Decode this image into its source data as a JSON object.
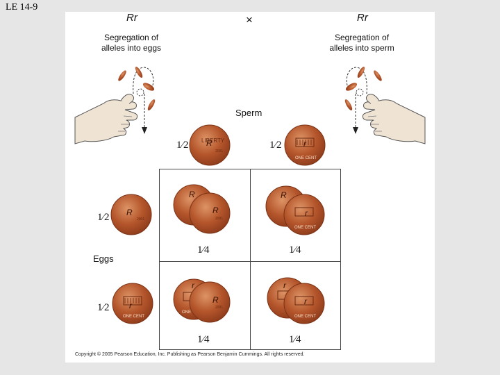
{
  "slide_label": "LE 14-9",
  "parents": {
    "left_genotype": "Rr",
    "right_genotype": "Rr",
    "cross_symbol": "×",
    "left_caption_line1": "Segregation of",
    "left_caption_line2": "alleles into eggs",
    "right_caption_line1": "Segregation of",
    "right_caption_line2": "alleles into sperm"
  },
  "headers": {
    "sperm": "Sperm",
    "eggs": "Eggs"
  },
  "fractions": {
    "sperm_R": "1⁄2",
    "sperm_r": "1⁄2",
    "egg_R": "1⁄2",
    "egg_r": "1⁄2",
    "cell_RR": "1⁄4",
    "cell_Rr_top": "1⁄4",
    "cell_rR": "1⁄4",
    "cell_rr": "1⁄4"
  },
  "alleles": {
    "sperm_R": "R",
    "sperm_r": "r",
    "egg_R": "R",
    "egg_r": "r",
    "cell_RR_a": "R",
    "cell_RR_b": "R",
    "cell_Rr_a": "R",
    "cell_Rr_b": "r",
    "cell_rR_a": "r",
    "cell_rR_b": "R",
    "cell_rr_a": "r",
    "cell_rr_b": "r"
  },
  "coin_text": {
    "year": "2001",
    "tail": "ONE CENT"
  },
  "copyright": "Copyright © 2005 Pearson Education, Inc. Publishing as Pearson Benjamin Cummings. All rights reserved.",
  "colors": {
    "coin": "#b5562c",
    "coin_dark": "#8c3a1a",
    "coin_light": "#d9895a",
    "skin": "#efe3d3",
    "grid": "#444444"
  }
}
